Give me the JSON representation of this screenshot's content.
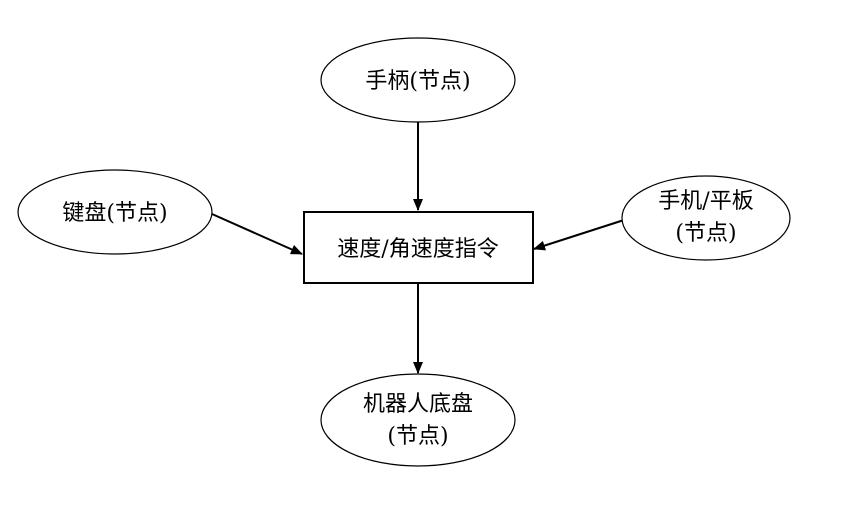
{
  "diagram": {
    "nodes": {
      "gamepad": {
        "lines": [
          "手柄(节点)"
        ]
      },
      "keyboard": {
        "lines": [
          "键盘(节点)"
        ]
      },
      "phone_tablet": {
        "lines": [
          "手机/平板",
          "(节点)"
        ]
      },
      "command": {
        "lines": [
          "速度/角速度指令"
        ]
      },
      "robot_chassis": {
        "lines": [
          "机器人底盘",
          "(节点)"
        ]
      }
    },
    "edges": [
      {
        "from": "gamepad",
        "to": "command"
      },
      {
        "from": "keyboard",
        "to": "command"
      },
      {
        "from": "phone_tablet",
        "to": "command"
      },
      {
        "from": "command",
        "to": "robot_chassis"
      }
    ],
    "colors": {
      "stroke": "#000000",
      "background": "#ffffff"
    }
  }
}
